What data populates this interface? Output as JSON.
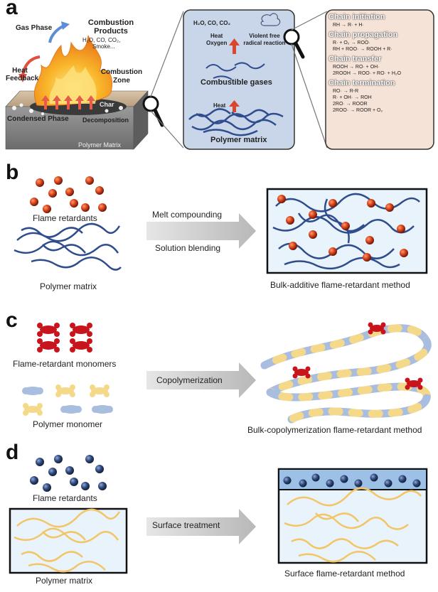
{
  "panels": {
    "a": {
      "letter": "a",
      "gas_phase": "Gas Phase",
      "combustion_products_title": "Combustion Products",
      "combustion_products_list": "H₂O, CO, CO₂,",
      "combustion_products_more": "Smoke...",
      "heat_feedback": "Heat Feedback",
      "combustion_zone": "Combustion Zone",
      "char": "Char",
      "condensed_phase": "Condensed Phase",
      "decomposition": "Decomposition",
      "polymer_matrix_base": "Polymer Matrix",
      "zoom1": {
        "gases_top": "H₂O, CO, CO₂",
        "heat": "Heat",
        "oxygen": "Oxygen",
        "violent": "Violent free radical reaction",
        "combustible_gases": "Combustible  gases",
        "heat2": "Heat",
        "polymer_matrix": "Polymer matrix"
      },
      "zoom2": {
        "sections": [
          {
            "title": "Chain initiation",
            "lines": [
              "RH  →  R·  +  H·"
            ]
          },
          {
            "title": "Chain propagation",
            "lines": [
              "R· + O₂  →  ROO·",
              "RH  +  ROO·  →  ROOH + R·"
            ]
          },
          {
            "title": "Chain transfer",
            "lines": [
              "ROOH  →  RO·  +  OH·",
              "2ROOH  →  ROO· + RO· + H₂O"
            ]
          },
          {
            "title": "Chain termination",
            "lines": [
              "RO·  →  R-R",
              "R·  +  OH·  →  ROH",
              "2RO·  →  ROOR",
              "2ROO·  →  ROOR + O₂"
            ]
          }
        ]
      }
    },
    "b": {
      "letter": "b",
      "flame_retardants": "Flame retardants",
      "polymer_matrix": "Polymer matrix",
      "process_top": "Melt compounding",
      "process_bottom": "Solution blending",
      "result": "Bulk-additive  flame-retardant  method"
    },
    "c": {
      "letter": "c",
      "monomers": "Flame-retardant  monomers",
      "polymer_monomer": "Polymer monomer",
      "process": "Copolymerization",
      "result": "Bulk-copolymerization flame-retardant  method"
    },
    "d": {
      "letter": "d",
      "flame_retardants": "Flame retardants",
      "polymer_matrix": "Polymer matrix",
      "process": "Surface treatment",
      "result": "Surface flame-retardant  method"
    }
  },
  "colors": {
    "blue_chain": "#2f4d8c",
    "orange_sphere": "#e04a1a",
    "dark_blue_sphere": "#2b3f66",
    "red_monomer": "#c8141c",
    "light_blue_monomer": "#a9bde0",
    "yellow_monomer": "#f5d98a",
    "arrow_gray": "#c8c8c8",
    "box_fill": "#e8f3fb",
    "chem_box": "#f6e3d8",
    "zoom_box": "#c9d6ea"
  }
}
